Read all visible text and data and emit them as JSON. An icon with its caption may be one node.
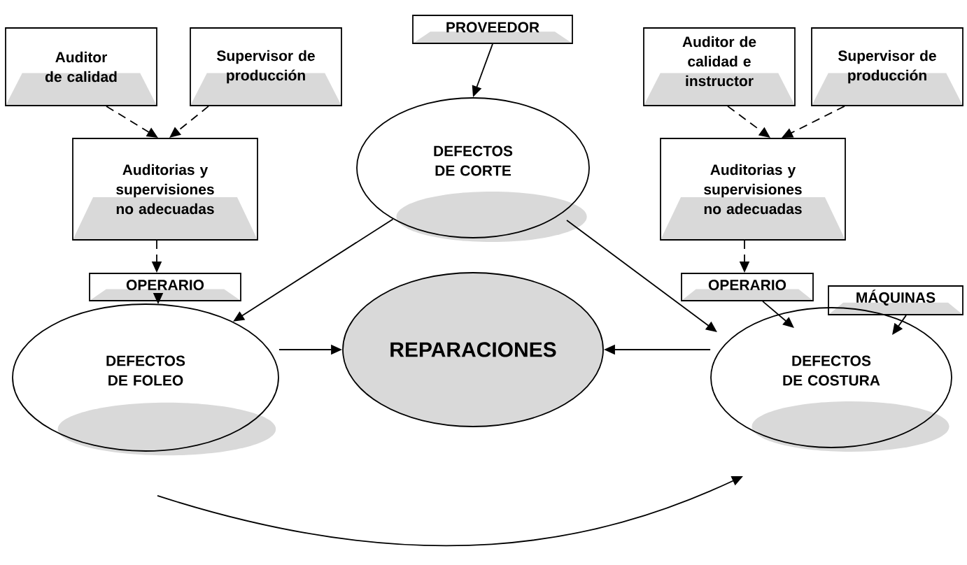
{
  "diagram": {
    "nodes": [
      {
        "text": [
          "Auditor de calidad"
        ]
      },
      {
        "text": [
          "Supervisor de producción"
        ]
      },
      {
        "text": [
          "PROVEEDOR"
        ]
      },
      {
        "text": [
          "Auditor de calidad e instructor"
        ]
      },
      {
        "text": [
          "Supervisor de producción"
        ]
      },
      {
        "text": [
          "Auditorias y supervisiones no adecuadas"
        ]
      },
      {
        "text": [
          "DEFECTOS DE CORTE"
        ]
      },
      {
        "text": [
          "Auditorias y supervisiones no adecuadas"
        ]
      },
      {
        "text": [
          "OPERARIO"
        ]
      },
      {
        "text": [
          "OPERARIO"
        ]
      },
      {
        "text": [
          "MÁQUINAS"
        ]
      },
      {
        "text": [
          "DEFECTOS DE FOLEO"
        ]
      },
      {
        "text": [
          "REPARACIONES"
        ]
      },
      {
        "text": [
          "DEFECTOS DE COSTURA"
        ]
      }
    ],
    "edges": [
      {
        "from": 0,
        "to": 5,
        "arrow": "to",
        "style": "dashed"
      },
      {
        "from": 1,
        "to": 5,
        "arrow": "to",
        "style": "dashed"
      },
      {
        "from": 2,
        "to": 6,
        "arrow": "to"
      },
      {
        "from": 3,
        "to": 7,
        "arrow": "to",
        "style": "dashed"
      },
      {
        "from": 4,
        "to": 7,
        "arrow": "to",
        "style": "dashed"
      },
      {
        "from": 5,
        "to": 8,
        "arrow": "to",
        "style": "dashed"
      },
      {
        "from": 7,
        "to": 9,
        "arrow": "to",
        "style": "dashed"
      },
      {
        "from": 8,
        "to": 11,
        "arrow": "to"
      },
      {
        "from": 6,
        "to": 11,
        "arrow": "to"
      },
      {
        "from": 6,
        "to": 13,
        "arrow": "to"
      },
      {
        "from": 9,
        "to": 13,
        "arrow": "to"
      },
      {
        "from": 10,
        "to": 13,
        "arrow": "to"
      },
      {
        "from": 11,
        "to": 12,
        "arrow": "to"
      },
      {
        "from": 13,
        "to": 12,
        "arrow": "to"
      },
      {
        "from": 11,
        "to": 13,
        "arrow": "to"
      }
    ]
  }
}
